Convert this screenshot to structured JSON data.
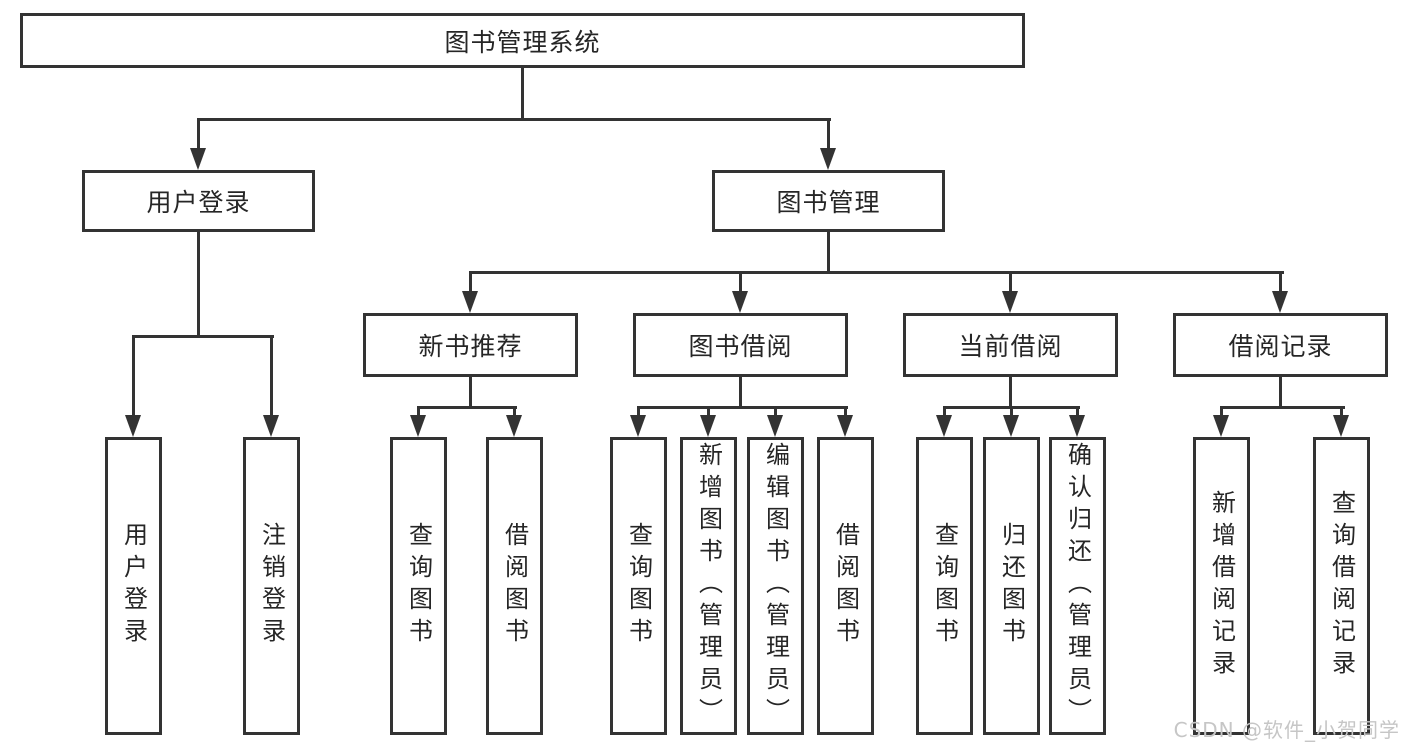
{
  "diagram": {
    "root": {
      "label": "图书管理系统"
    },
    "level2": [
      {
        "label": "用户登录"
      },
      {
        "label": "图书管理"
      }
    ],
    "level3": [
      {
        "label": "新书推荐"
      },
      {
        "label": "图书借阅"
      },
      {
        "label": "当前借阅"
      },
      {
        "label": "借阅记录"
      }
    ],
    "leaves": {
      "user_login": [
        {
          "label": "用户登录"
        },
        {
          "label": "注销登录"
        }
      ],
      "new_books": [
        {
          "label": "查询图书"
        },
        {
          "label": "借阅图书"
        }
      ],
      "book_borrow": [
        {
          "label": "查询图书"
        },
        {
          "label": "新增图书（管理员）"
        },
        {
          "label": "编辑图书（管理员）"
        },
        {
          "label": "借阅图书"
        }
      ],
      "current_borrow": [
        {
          "label": "查询图书"
        },
        {
          "label": "归还图书"
        },
        {
          "label": "确认归还（管理员）"
        }
      ],
      "borrow_records": [
        {
          "label": "新增借阅记录"
        },
        {
          "label": "查询借阅记录"
        }
      ]
    }
  },
  "watermark": {
    "text": "CSDN @软件_小贺同学"
  },
  "colors": {
    "line": "#333333",
    "text": "#262626",
    "watermark": "#c6c6c6",
    "background": "#ffffff"
  }
}
